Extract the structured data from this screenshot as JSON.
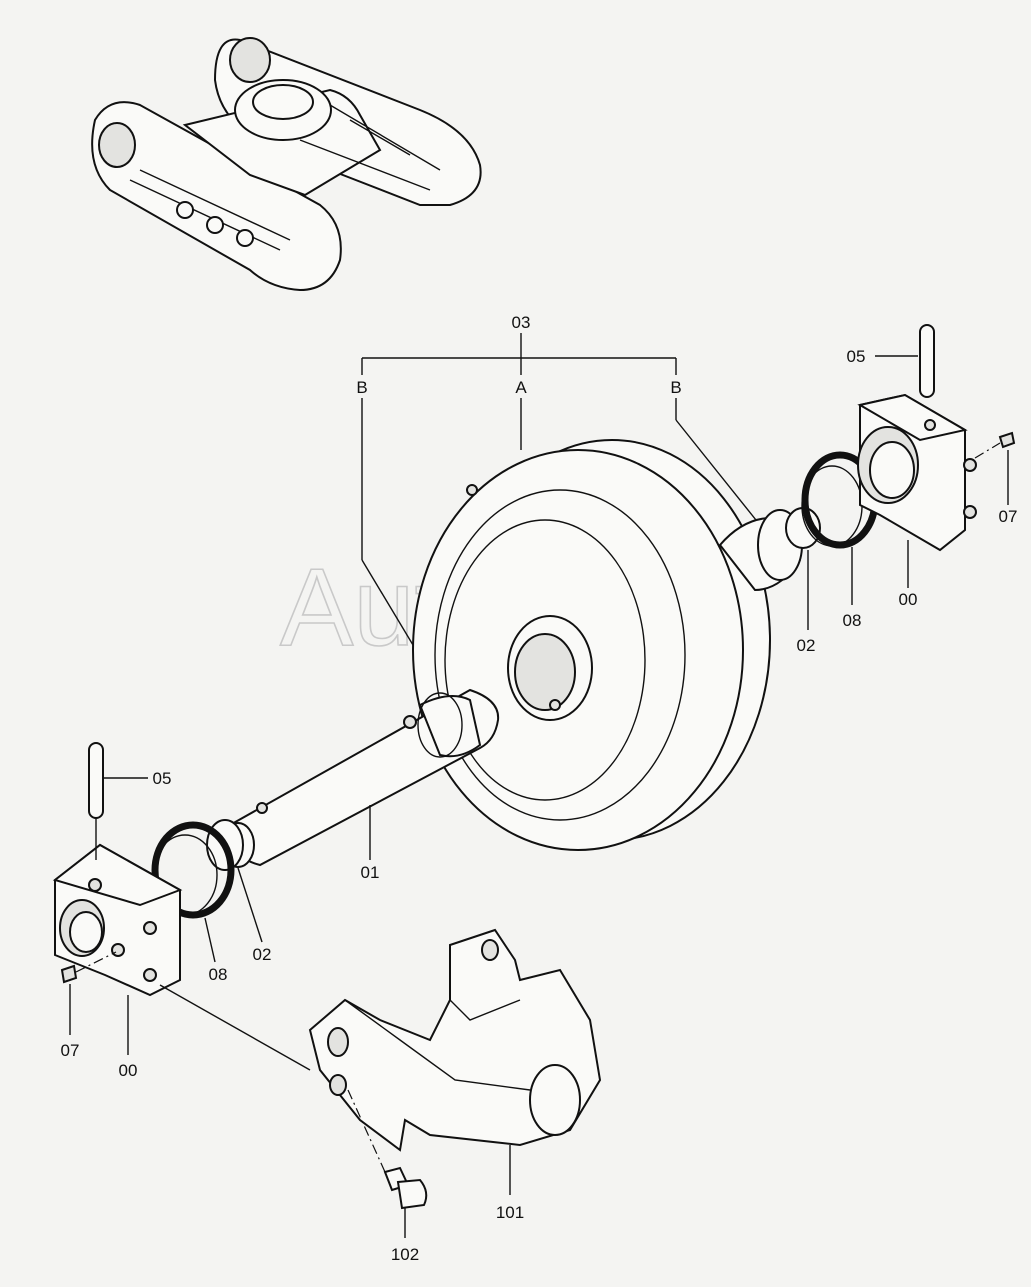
{
  "watermark": "AutoSoft",
  "labels": {
    "assembly": "03",
    "branch_b_left": "B",
    "branch_a": "A",
    "branch_b_right": "B",
    "pin_right": "05",
    "screw_right": "07",
    "housing_right": "00",
    "seal_right": "08",
    "oring_right": "02",
    "shaft": "01",
    "pin_left": "05",
    "seal_left": "08",
    "oring_left": "02",
    "screw_left": "07",
    "housing_left": "00",
    "bracket": "101",
    "bolt": "102"
  }
}
